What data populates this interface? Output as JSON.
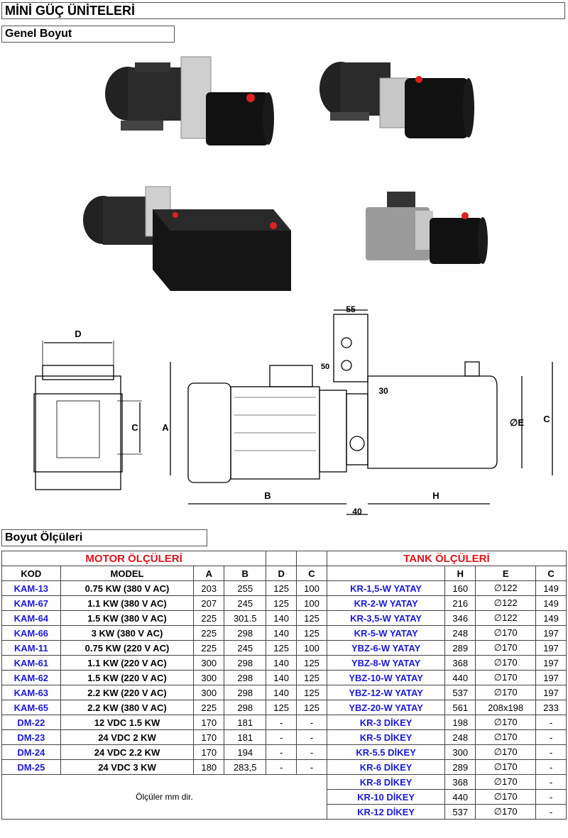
{
  "title": "MİNİ GÜÇ ÜNİTELERİ",
  "section_general": "Genel Boyut",
  "section_dimensions": "Boyut Ölçüleri",
  "drawing_labels": {
    "d": "D",
    "c_side": "C",
    "a": "A",
    "b": "B",
    "h": "H",
    "e": "∅E",
    "c": "C",
    "d55": "55",
    "d50": "50",
    "d30": "30",
    "d40": "40"
  },
  "table": {
    "motor_header": "MOTOR ÖLÇÜLERİ",
    "tank_header": "TANK ÖLÇÜLERİ",
    "columns": [
      "KOD",
      "MODEL",
      "A",
      "B",
      "D",
      "C",
      "",
      "H",
      "E",
      "C"
    ],
    "motor_rows": [
      [
        "KAM-13",
        "0.75 KW (380 V AC)",
        "203",
        "255",
        "125",
        "100"
      ],
      [
        "KAM-67",
        "1.1 KW (380 V AC)",
        "207",
        "245",
        "125",
        "100"
      ],
      [
        "KAM-64",
        "1.5 KW (380 V AC)",
        "225",
        "301.5",
        "140",
        "125"
      ],
      [
        "KAM-66",
        "3 KW (380 V AC)",
        "225",
        "298",
        "140",
        "125"
      ],
      [
        "KAM-11",
        "0.75 KW (220 V AC)",
        "225",
        "245",
        "125",
        "100"
      ],
      [
        "KAM-61",
        "1.1 KW (220 V AC)",
        "300",
        "298",
        "140",
        "125"
      ],
      [
        "KAM-62",
        "1.5 KW (220 V AC)",
        "300",
        "298",
        "140",
        "125"
      ],
      [
        "KAM-63",
        "2.2 KW (220 V AC)",
        "300",
        "298",
        "140",
        "125"
      ],
      [
        "KAM-65",
        "2.2 KW (380 V AC)",
        "225",
        "298",
        "125",
        "125"
      ],
      [
        "DM-22",
        "12 VDC 1.5 KW",
        "170",
        "181",
        "-",
        "-"
      ],
      [
        "DM-23",
        "24 VDC 2 KW",
        "170",
        "181",
        "-",
        "-"
      ],
      [
        "DM-24",
        "24 VDC 2.2 KW",
        "170",
        "194",
        "-",
        "-"
      ],
      [
        "DM-25",
        "24 VDC 3 KW",
        "180",
        "283,5",
        "-",
        "-"
      ]
    ],
    "tank_rows": [
      [
        "KR-1,5-W YATAY",
        "160",
        "∅122",
        "149"
      ],
      [
        "KR-2-W YATAY",
        "216",
        "∅122",
        "149"
      ],
      [
        "KR-3,5-W YATAY",
        "346",
        "∅122",
        "149"
      ],
      [
        "KR-5-W YATAY",
        "248",
        "∅170",
        "197"
      ],
      [
        "YBZ-6-W YATAY",
        "289",
        "∅170",
        "197"
      ],
      [
        "YBZ-8-W YATAY",
        "368",
        "∅170",
        "197"
      ],
      [
        "YBZ-10-W YATAY",
        "440",
        "∅170",
        "197"
      ],
      [
        "YBZ-12-W YATAY",
        "537",
        "∅170",
        "197"
      ],
      [
        "YBZ-20-W YATAY",
        "561",
        "208x198",
        "233"
      ],
      [
        "KR-3 DİKEY",
        "198",
        "∅170",
        "-"
      ],
      [
        "KR-5 DİKEY",
        "248",
        "∅170",
        "-"
      ],
      [
        "KR-5.5 DİKEY",
        "300",
        "∅170",
        "-"
      ],
      [
        "KR-6 DİKEY",
        "289",
        "∅170",
        "-"
      ],
      [
        "KR-8 DİKEY",
        "368",
        "∅170",
        "-"
      ],
      [
        "KR-10 DİKEY",
        "440",
        "∅170",
        "-"
      ],
      [
        "KR-12 DİKEY",
        "537",
        "∅170",
        "-"
      ]
    ],
    "note": "Ölçüler mm dir."
  },
  "colors": {
    "motor_header": "#e0141b",
    "tank_header": "#e0141b",
    "codes": "#1a1ad6"
  }
}
